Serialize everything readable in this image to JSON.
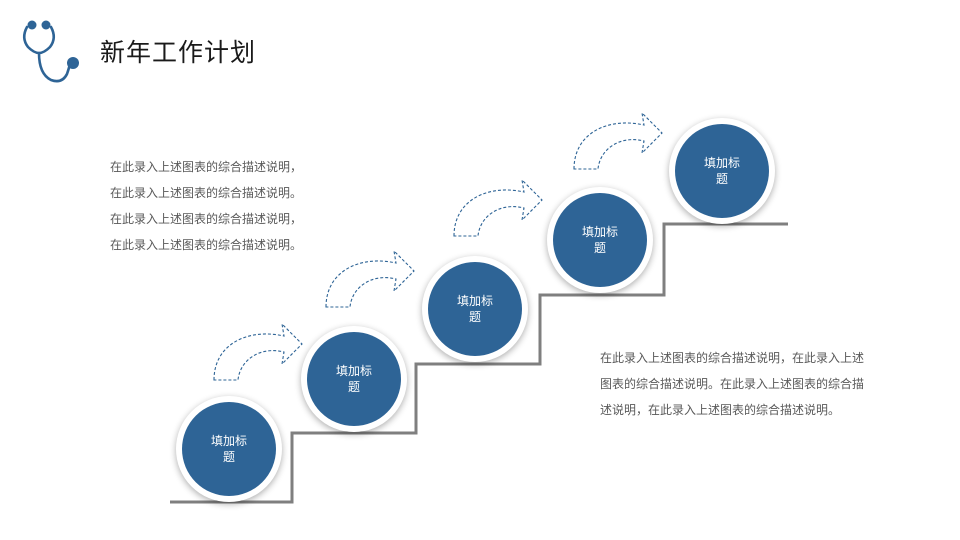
{
  "title": "新年工作计划",
  "colors": {
    "accent": "#2e6496",
    "stair_line": "#7f7f7f",
    "arrow_dash": "#2e6496",
    "text": "#595959"
  },
  "icons": {
    "logo": "stethoscope-icon",
    "step_arrow": "dashed-curved-arrow-icon"
  },
  "steps": [
    {
      "label": "填加标题"
    },
    {
      "label": "填加标题"
    },
    {
      "label": "填加标题"
    },
    {
      "label": "填加标题"
    },
    {
      "label": "填加标题"
    }
  ],
  "descriptions": {
    "left": "在此录入上述图表的综合描述说明，在此录入上述图表的综合描述说明。在此录入上述图表的综合描述说明，在此录入上述图表的综合描述说明。",
    "right": "在此录入上述图表的综合描述说明，在此录入上述图表的综合描述说明。在此录入上述图表的综合描述说明，在此录入上述图表的综合描述说明。"
  }
}
